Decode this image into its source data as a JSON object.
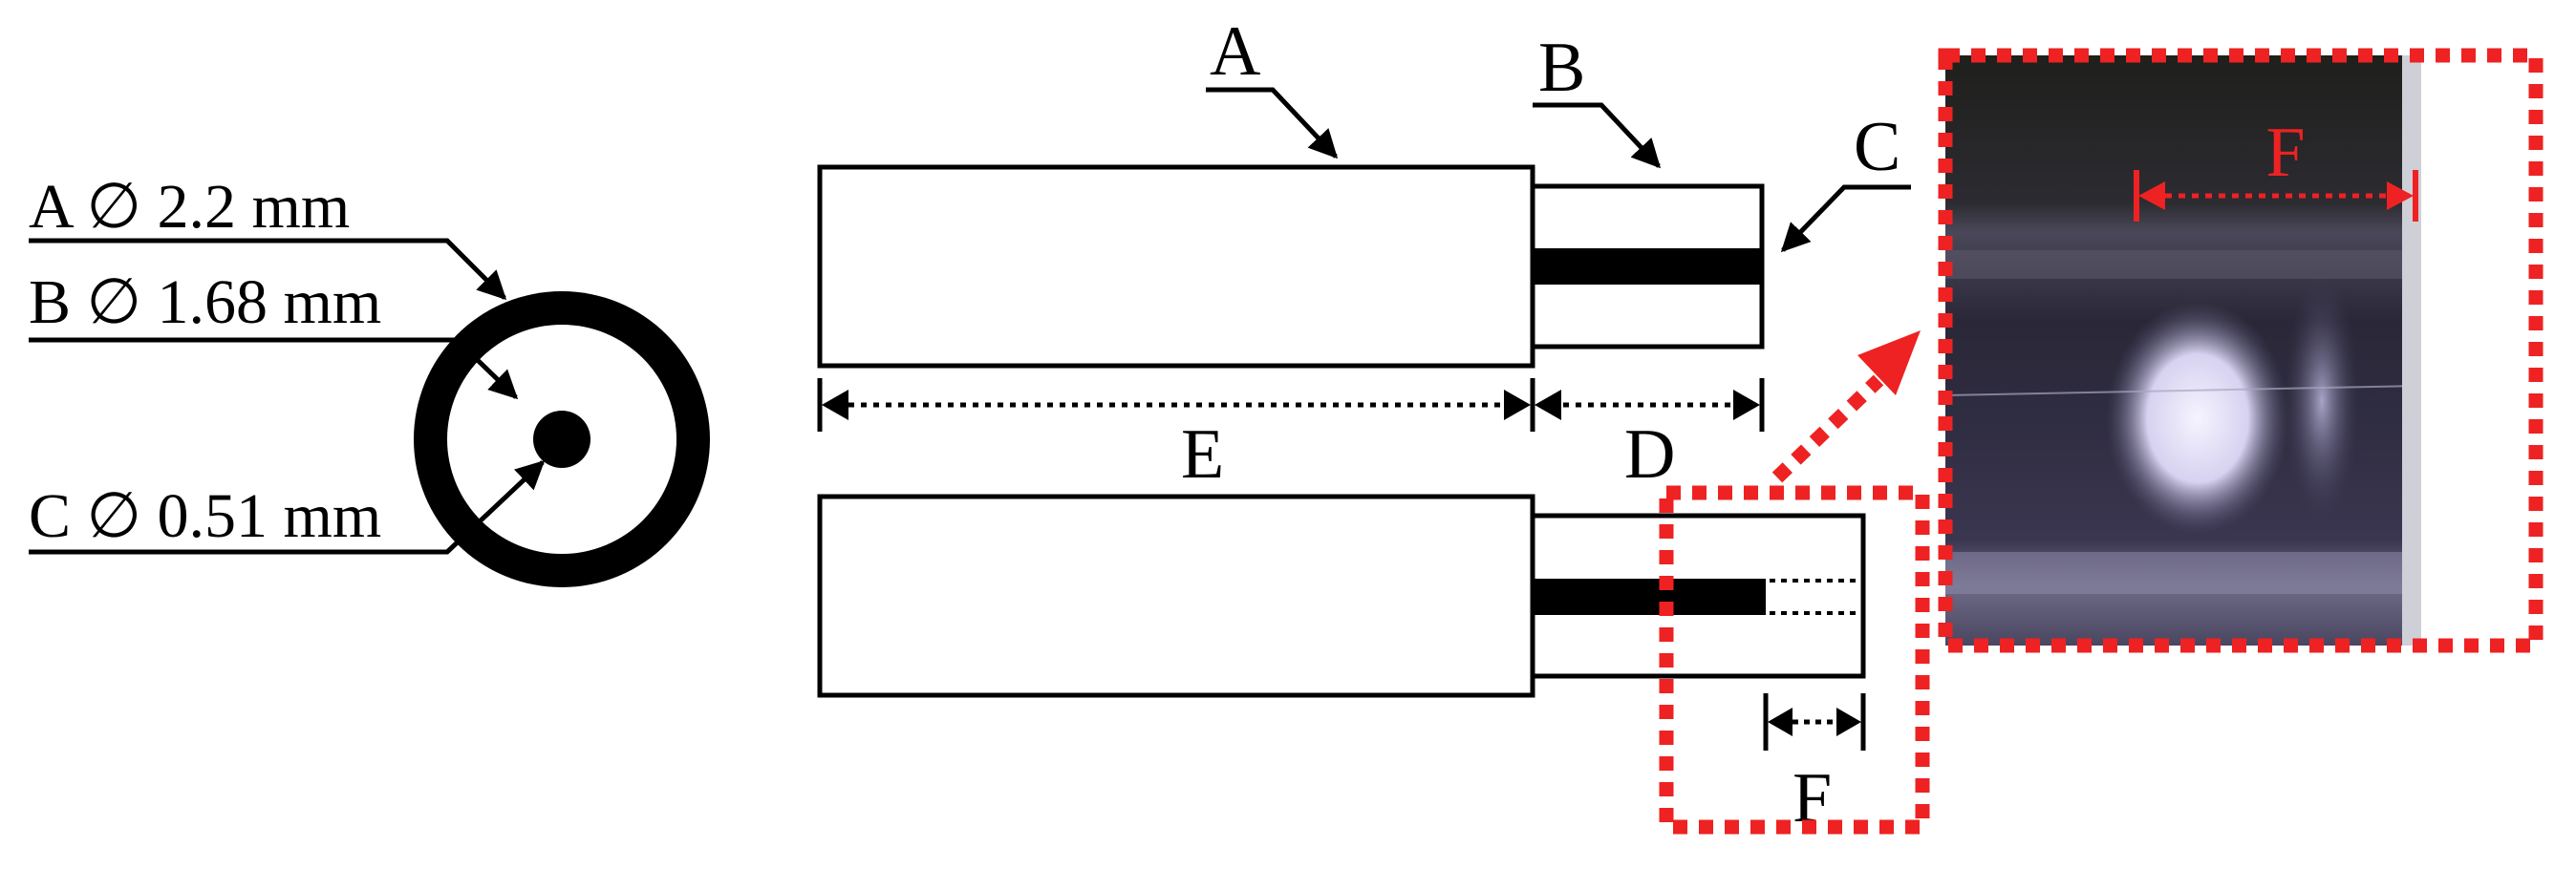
{
  "cross_section": {
    "label_a": "A ∅ 2.2 mm",
    "label_b": "B ∅ 1.68 mm",
    "label_c": "C ∅ 0.51 mm"
  },
  "side_view": {
    "label_a": "A",
    "label_b": "B",
    "label_c": "C",
    "label_e": "E",
    "label_d": "D",
    "label_f": "F"
  },
  "inset": {
    "label_f": "F"
  },
  "colors": {
    "ink": "#000000",
    "accent_red": "#ee2222",
    "photo_dark": "#1e1e1c",
    "photo_light": "#e8e6f8"
  }
}
